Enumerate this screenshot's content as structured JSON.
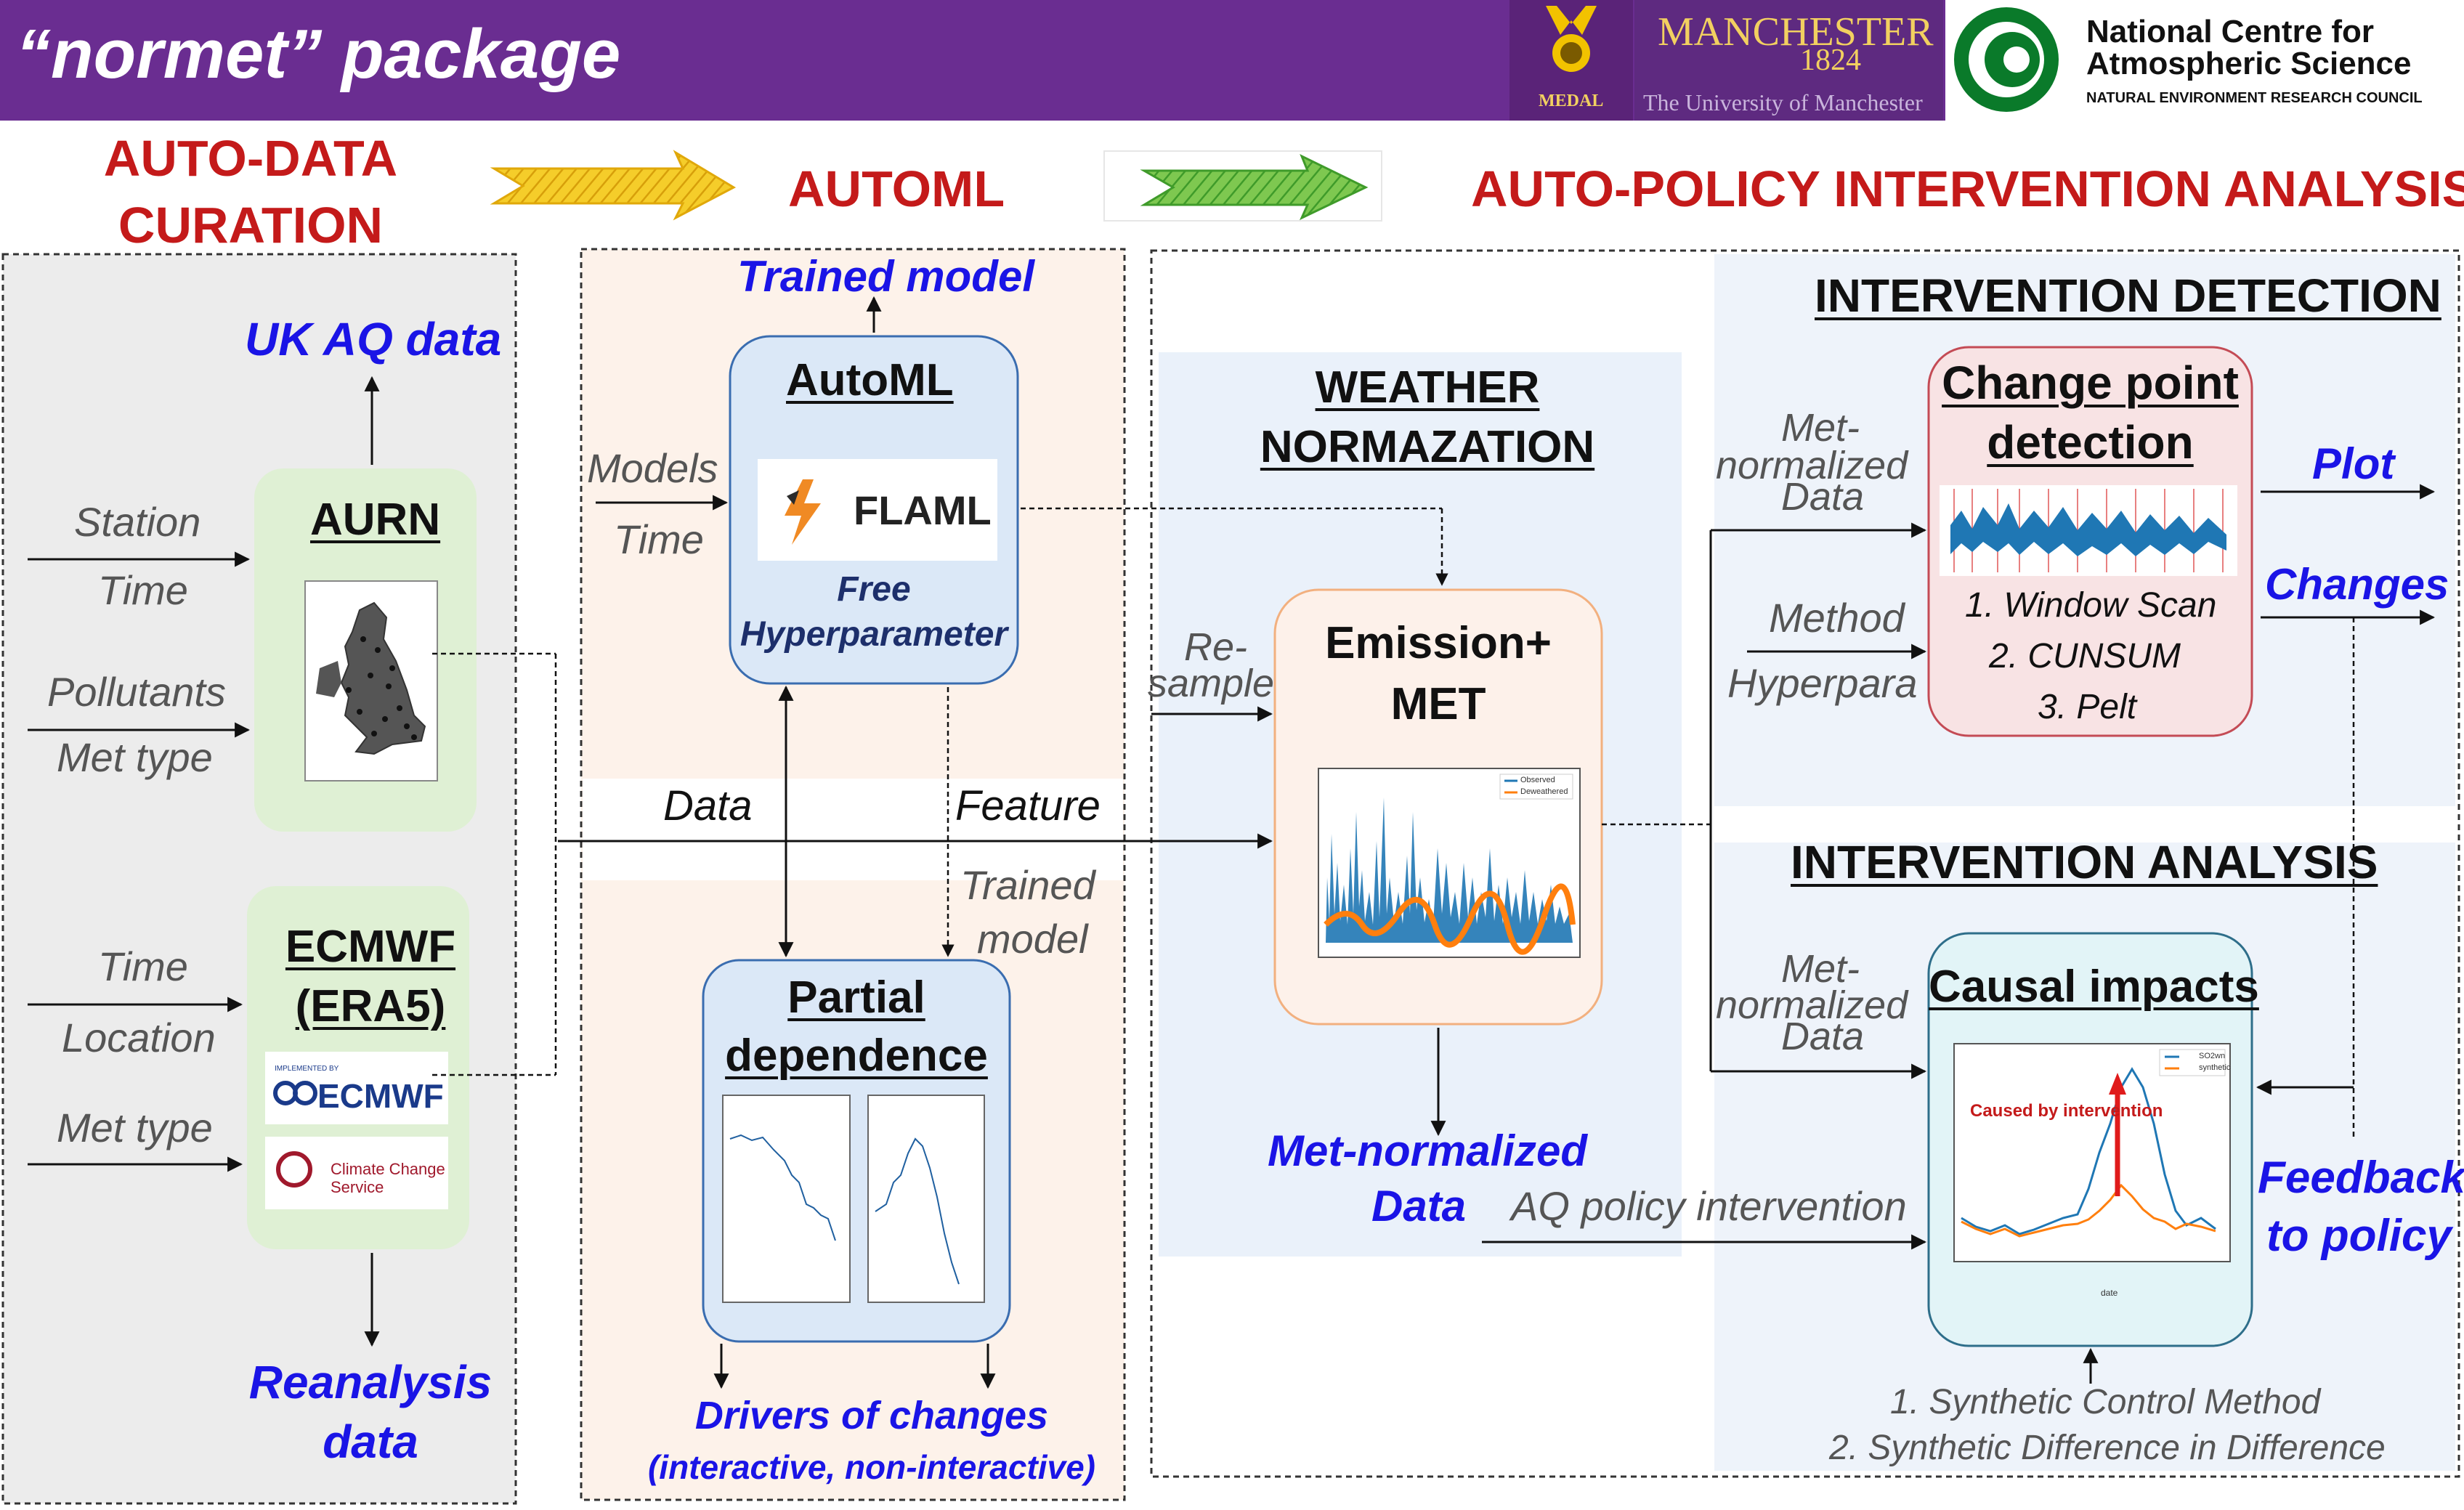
{
  "header": {
    "title": "“normet”  package",
    "medal_text": "MEDAL",
    "manchester_name": "MANCHESTER",
    "manchester_year": "1824",
    "manchester_univ": "The University of Manchester",
    "ncas_line1": "National Centre for",
    "ncas_line2": "Atmospheric Science",
    "ncas_line3": "NATURAL ENVIRONMENT RESEARCH COUNCIL"
  },
  "stages": {
    "auto_data_line1": "AUTO-DATA",
    "auto_data_line2": "CURATION",
    "automl": "AUTOML",
    "auto_policy": "AUTO-POLICY INTERVENTION ANALYSIS"
  },
  "curation": {
    "uk_aq_data": "UK AQ data",
    "aurn": "AURN",
    "station": "Station",
    "time1": "Time",
    "pollutants": "Pollutants",
    "met_type1": "Met type",
    "ecmwf_line1": "ECMWF",
    "ecmwf_line2": "(ERA5)",
    "time2": "Time",
    "location": "Location",
    "met_type2": "Met type",
    "ecmwf_logo_small": "IMPLEMENTED BY",
    "ecmwf_logo": "ECMWF",
    "climate_line1": "Climate Change",
    "climate_line2": "Service",
    "reanalysis_line1": "Reanalysis",
    "reanalysis_line2": "data"
  },
  "automl": {
    "trained_model": "Trained model",
    "automl_title": "AutoML",
    "flaml": "FLAML",
    "free": "Free",
    "hyperparameter": "Hyperparameter",
    "models": "Models",
    "time": "Time",
    "data": "Data",
    "feature": "Feature",
    "trained_line1": "Trained",
    "trained_line2": "model",
    "partial_line1": "Partial",
    "partial_line2": "dependence",
    "drivers": "Drivers of changes",
    "drivers_sub": "(interactive, non-interactive)"
  },
  "weather": {
    "title_line1": "WEATHER",
    "title_line2": "NORMAZATION",
    "resample_line1": "Re-",
    "resample_line2": "sample",
    "emission_line1": "Emission+",
    "emission_line2": "MET",
    "legend_observed": "Observed",
    "legend_deweathered": "Deweathered",
    "out_line1": "Met-normalized",
    "out_line2": "Data"
  },
  "detection": {
    "title": "INTERVENTION DETECTION",
    "cp_line1": "Change point",
    "cp_line2": "detection",
    "in_line1": "Met-",
    "in_line2": "normalized",
    "in_line3": "Data",
    "method": "Method",
    "hyperpara": "Hyperpara",
    "m1": "1.  Window Scan",
    "m2": "2.   CUNSUM",
    "m3": "3.  Pelt",
    "plot": "Plot",
    "changes": "Changes"
  },
  "analysis": {
    "title": "INTERVENTION ANALYSIS",
    "causal": "Causal impacts",
    "in_line1": "Met-",
    "in_line2": "normalized",
    "in_line3": "Data",
    "aq_policy": "AQ policy intervention",
    "caused_by": "Caused by intervention",
    "legend_so2": "SO2wn",
    "legend_syn": "synthetic",
    "xlabel": "date",
    "feedback_line1": "Feedback",
    "feedback_line2": "to policy",
    "method1": "1.  Synthetic Control Method",
    "method2": "2.  Synthetic Difference in Difference"
  },
  "colors": {
    "header_bg": "#6a2d91",
    "stage_red": "#c41a1a",
    "blue_text": "#1a14e6",
    "navy_text": "#1d2f6b",
    "green_box": "#dff0d4",
    "blue_box": "#dbe8f7",
    "peach_box": "#fdf1ea",
    "pink_box": "#f8e3e4",
    "cyan_box": "#e2f4f7",
    "series_blue": "#1f77b4",
    "series_orange": "#ff7f0e"
  }
}
